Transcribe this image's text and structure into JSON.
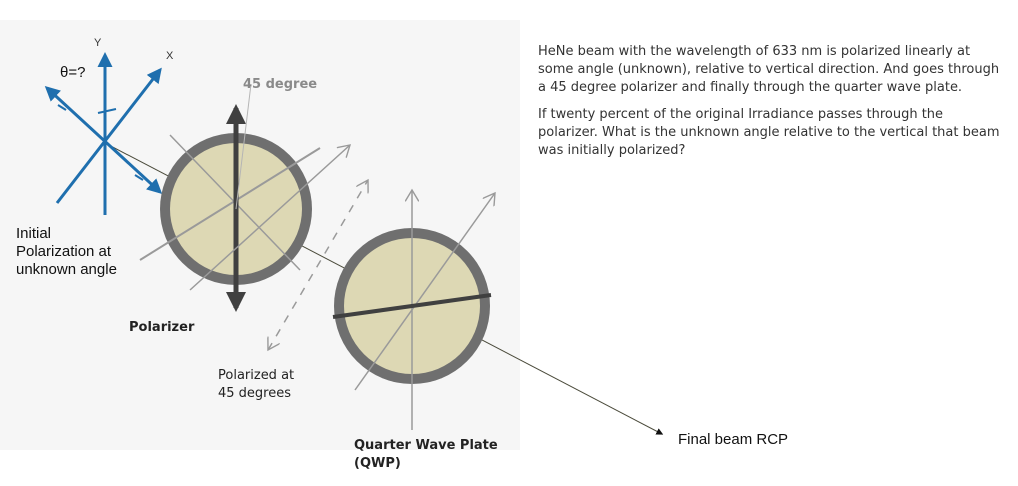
{
  "axes": {
    "y_label": "Y",
    "x_label": "X"
  },
  "theta_label": "θ=?",
  "initial_polarization_label": "Initial Polarization at unknown angle",
  "polarizer_angle_label": "45 degree",
  "polarizer_label": "Polarizer",
  "polarized_label": "Polarized at 45 degrees",
  "qwp_label": "Quarter Wave Plate (QWP)",
  "final_beam_label": "Final beam RCP",
  "problem": {
    "paragraph_1": "HeNe beam with the wavelength of 633 nm is polarized linearly at some angle (unknown), relative to vertical direction. And goes through a 45 degree polarizer and finally through the quarter wave plate.",
    "paragraph_2": "If twenty percent of the original Irradiance passes through the polarizer. What is the unknown angle relative to the vertical that beam was initially polarized?"
  },
  "colors": {
    "axis_blue": "#1f6fae",
    "plate_fill": "#ddd8b4",
    "plate_ring": "#6f6f6f",
    "beam": "#4a4a3a",
    "dark_bar": "#404040",
    "guide_gray": "#9a9a9a"
  }
}
